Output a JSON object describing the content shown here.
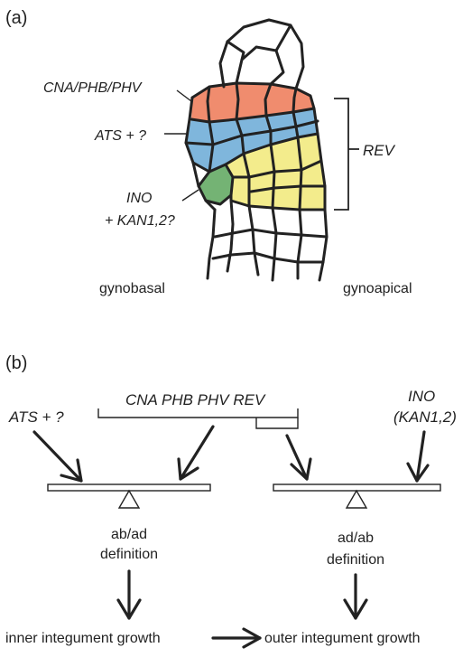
{
  "panel_a": {
    "tag": "(a)",
    "label_cna": "CNA/PHB/PHV",
    "label_ats": "ATS + ?",
    "label_ino_1": "INO",
    "label_ino_2": "+ KAN1,2?",
    "label_rev": "REV",
    "label_gynobasal": "gynobasal",
    "label_gynoapical": "gynoapical",
    "colors": {
      "cna_zone": "#f08c6e",
      "ats_zone": "#7fb6dc",
      "ino_zone": "#74b374",
      "rev_zone": "#f3ec8c"
    }
  },
  "panel_b": {
    "tag": "(b)",
    "label_ats": "ATS + ?",
    "label_genes": "CNA PHB PHV REV",
    "label_ino": "INO",
    "label_kan": "(KAN1,2)",
    "left_def_1": "ab/ad",
    "left_def_2": "definition",
    "right_def_1": "ad/ab",
    "right_def_2": "definition",
    "label_inner": "inner integument growth",
    "label_outer": "outer integument growth"
  }
}
